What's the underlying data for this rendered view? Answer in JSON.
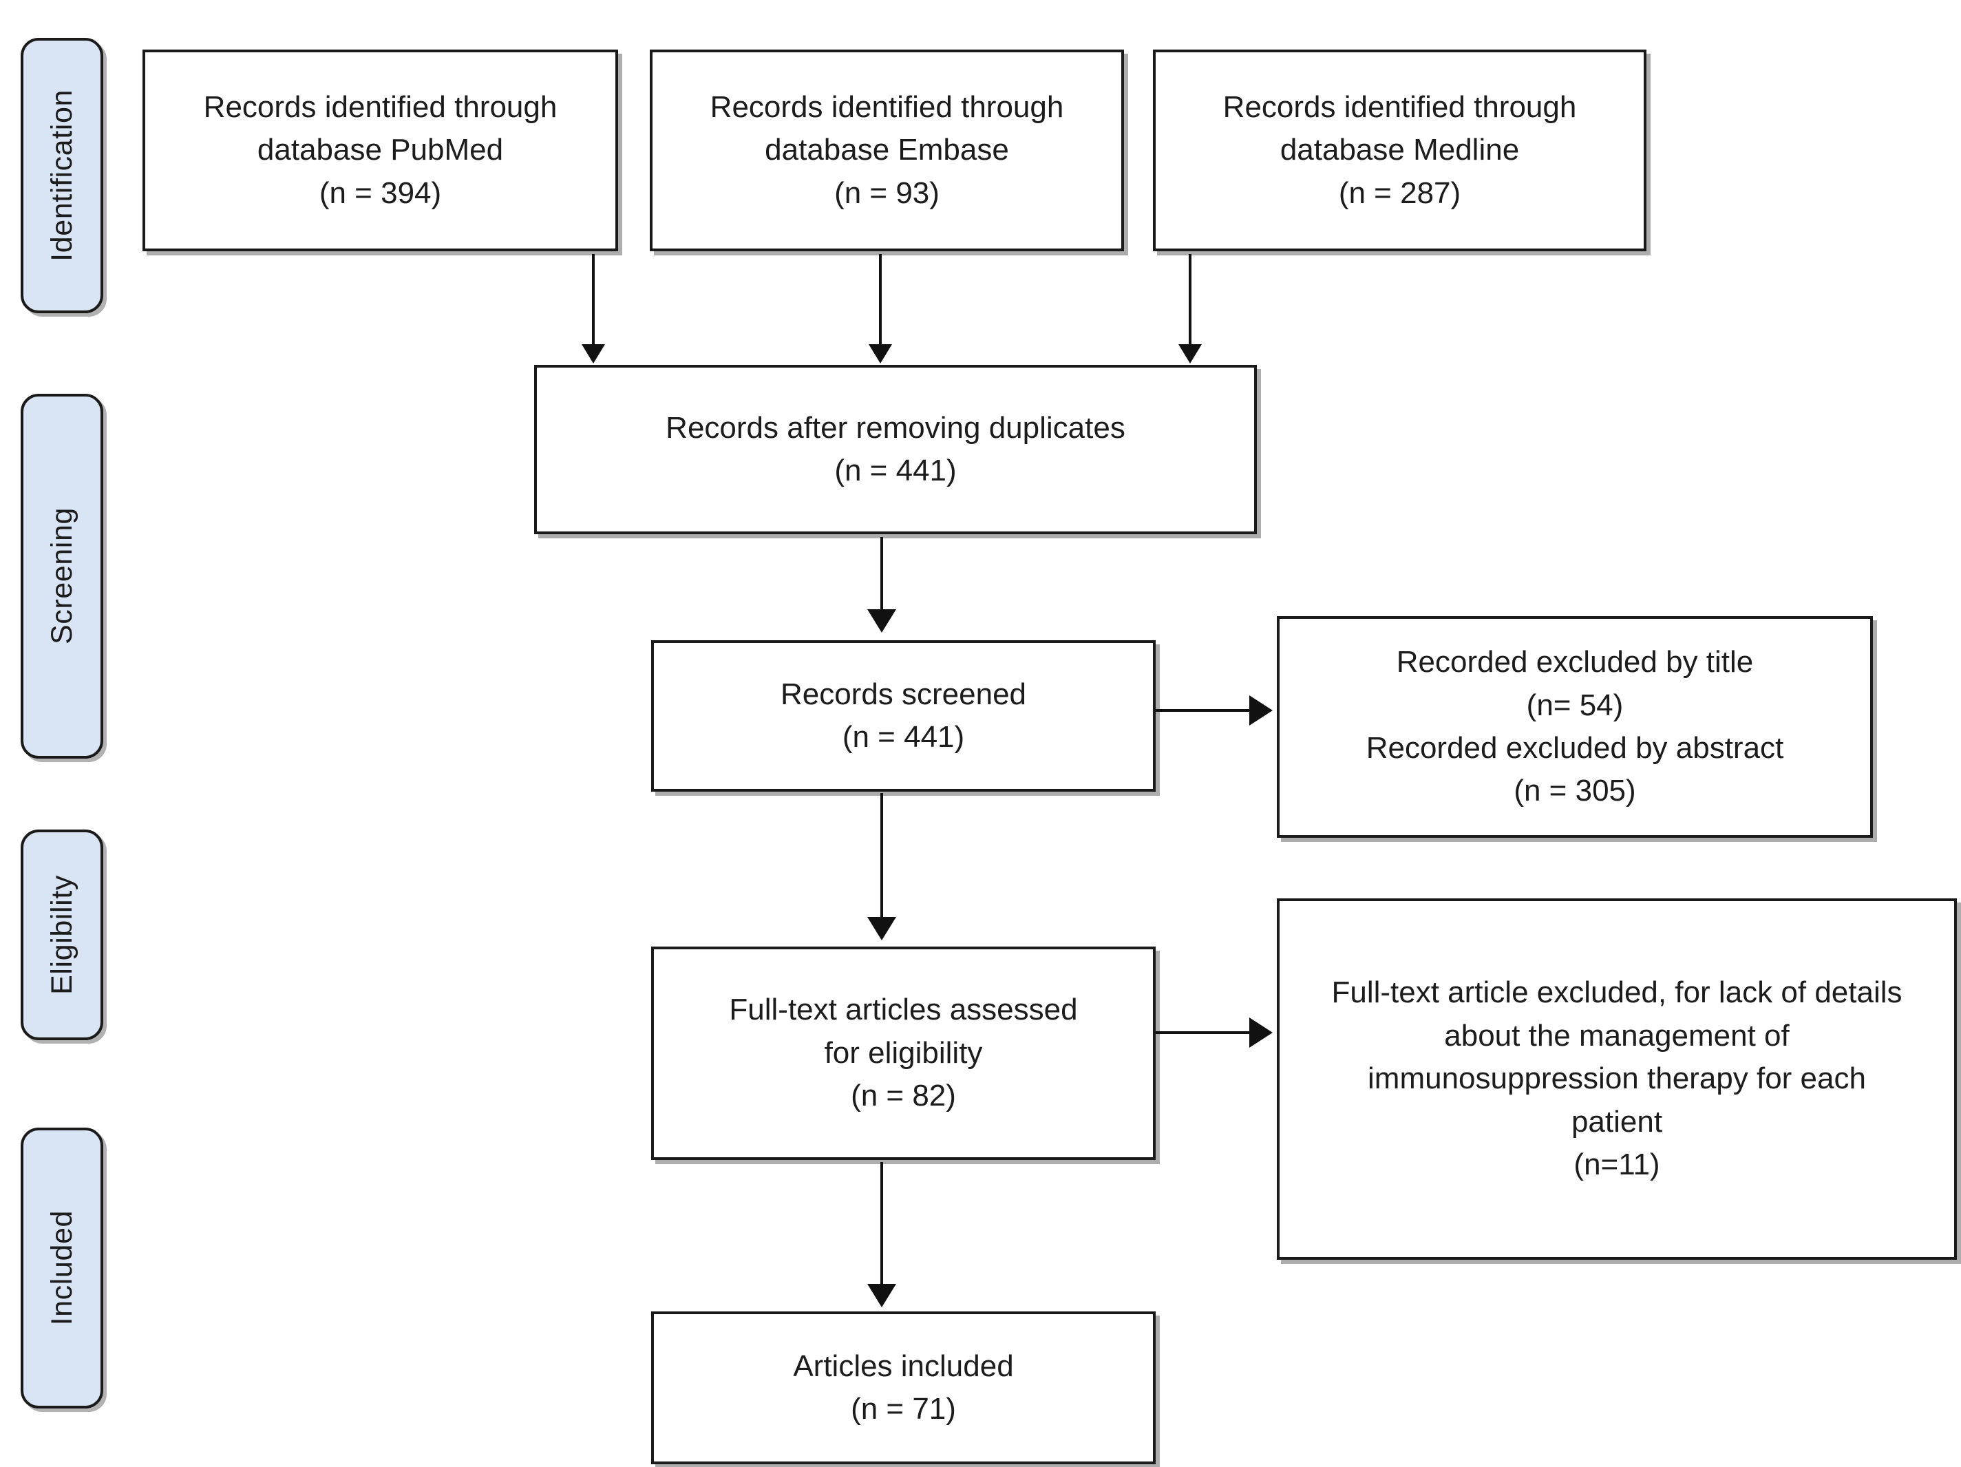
{
  "diagram": {
    "type": "prisma-flow-diagram",
    "stages": [
      {
        "id": "identification",
        "label": "Identification"
      },
      {
        "id": "screening",
        "label": "Screening"
      },
      {
        "id": "eligibility",
        "label": "Eligibility"
      },
      {
        "id": "included",
        "label": "Included"
      }
    ],
    "colors": {
      "stage_fill": "#d9e5f4",
      "stage_border": "#1a1a1a",
      "box_fill": "#ffffff",
      "box_border": "#1a1a1a",
      "connector": "#111111",
      "text": "#1c1c1c"
    },
    "boxes": {
      "source_pubmed": {
        "line1": "Records identified through",
        "line2": "database PubMed",
        "line3": "(n = 394)"
      },
      "source_embase": {
        "line1": "Records identified through",
        "line2": "database Embase",
        "line3": "(n = 93)"
      },
      "source_medline": {
        "line1": "Records identified through",
        "line2": "database Medline",
        "line3": "(n = 287)"
      },
      "duplicates_removed": {
        "line1": "Records after removing duplicates",
        "line2": "(n = 441)"
      },
      "records_screened": {
        "line1": "Records screened",
        "line2": "(n = 441)"
      },
      "excluded_title_abstract": {
        "line1": "Recorded excluded by title",
        "line2": "(n= 54)",
        "line3": "Recorded excluded by abstract",
        "line4": "(n = 305)"
      },
      "fulltext_assessed": {
        "line1": "Full-text articles assessed",
        "line2": "for eligibility",
        "line3": "(n = 82)"
      },
      "fulltext_excluded": {
        "line1": "Full-text article excluded, for lack of details about the management of immunosuppression therapy for each patient",
        "line2": "(n=11)"
      },
      "articles_included": {
        "line1": "Articles included",
        "line2": "(n = 71)"
      }
    },
    "counts": {
      "pubmed": 394,
      "embase": 93,
      "medline": 287,
      "after_duplicates": 441,
      "screened": 441,
      "excluded_by_title": 54,
      "excluded_by_abstract": 305,
      "fulltext_assessed": 82,
      "fulltext_excluded": 11,
      "included": 71
    }
  }
}
